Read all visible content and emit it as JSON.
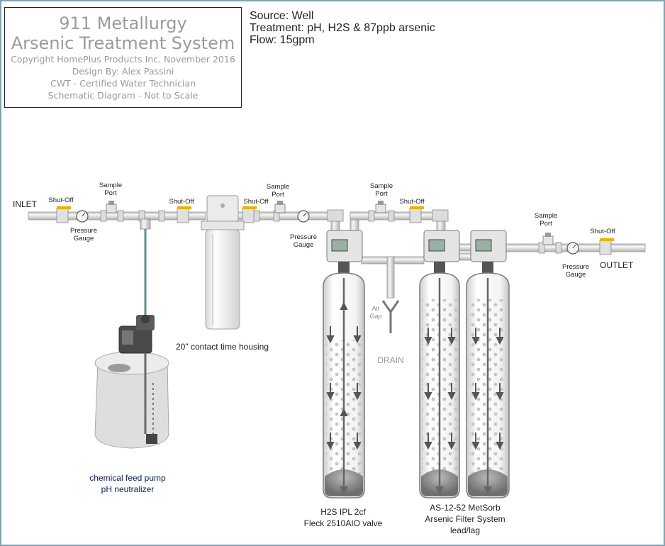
{
  "title_block": {
    "line1": "911 Metallurgy",
    "line2": "Arsenic Treatment System",
    "copyright": "Copyright HomePlus Products Inc. November 2016",
    "designer": "Design By: Alex Passini",
    "certification": "CWT - Certified Water Technician",
    "note": "Schematic Diagram - Not to Scale"
  },
  "system_info": {
    "source": "Source: Well",
    "treatment": "Treatment: pH, H2S & 87ppb arsenic",
    "flow": "Flow: 15gpm"
  },
  "labels": {
    "inlet": "INLET",
    "outlet": "OUTLET",
    "shutoff_1": "Shut-Off",
    "shutoff_2": "Shut-Off",
    "shutoff_3": "Shut-Off",
    "shutoff_4": "Shut-Off",
    "shutoff_5": "Shut-Off",
    "sample_1a": "Sample",
    "sample_1b": "Port",
    "sample_2a": "Sample",
    "sample_2b": "Port",
    "sample_3a": "Sample",
    "sample_3b": "Port",
    "sample_4a": "Sample",
    "sample_4b": "Port",
    "pgauge_1a": "Pressure",
    "pgauge_1b": "Gauge",
    "pgauge_2a": "Pressure",
    "pgauge_2b": "Gauge",
    "pgauge_3a": "Pressure",
    "pgauge_3b": "Gauge",
    "air_gap_a": "Air",
    "air_gap_b": "Gap",
    "drain": "DRAIN",
    "housing": "20\" contact time housing",
    "pump_a": "chemical feed pump",
    "pump_b": "pH neutralizer",
    "tank1_a": "H2S IPL 2cf",
    "tank1_b": "Fleck 2510AIO valve",
    "tank2_a": "AS-12-52 MetSorb",
    "tank2_b": "Arsenic Filter System",
    "tank2_c": "lead/lag"
  },
  "colors": {
    "pipe": "#e6e6e6",
    "pipe_edge": "#9a9a9a",
    "valve_handle": "#e8b400",
    "feed_line": "#5f8f95",
    "frame": "#7fa3b3",
    "pump_label": "#0d1f5c"
  }
}
